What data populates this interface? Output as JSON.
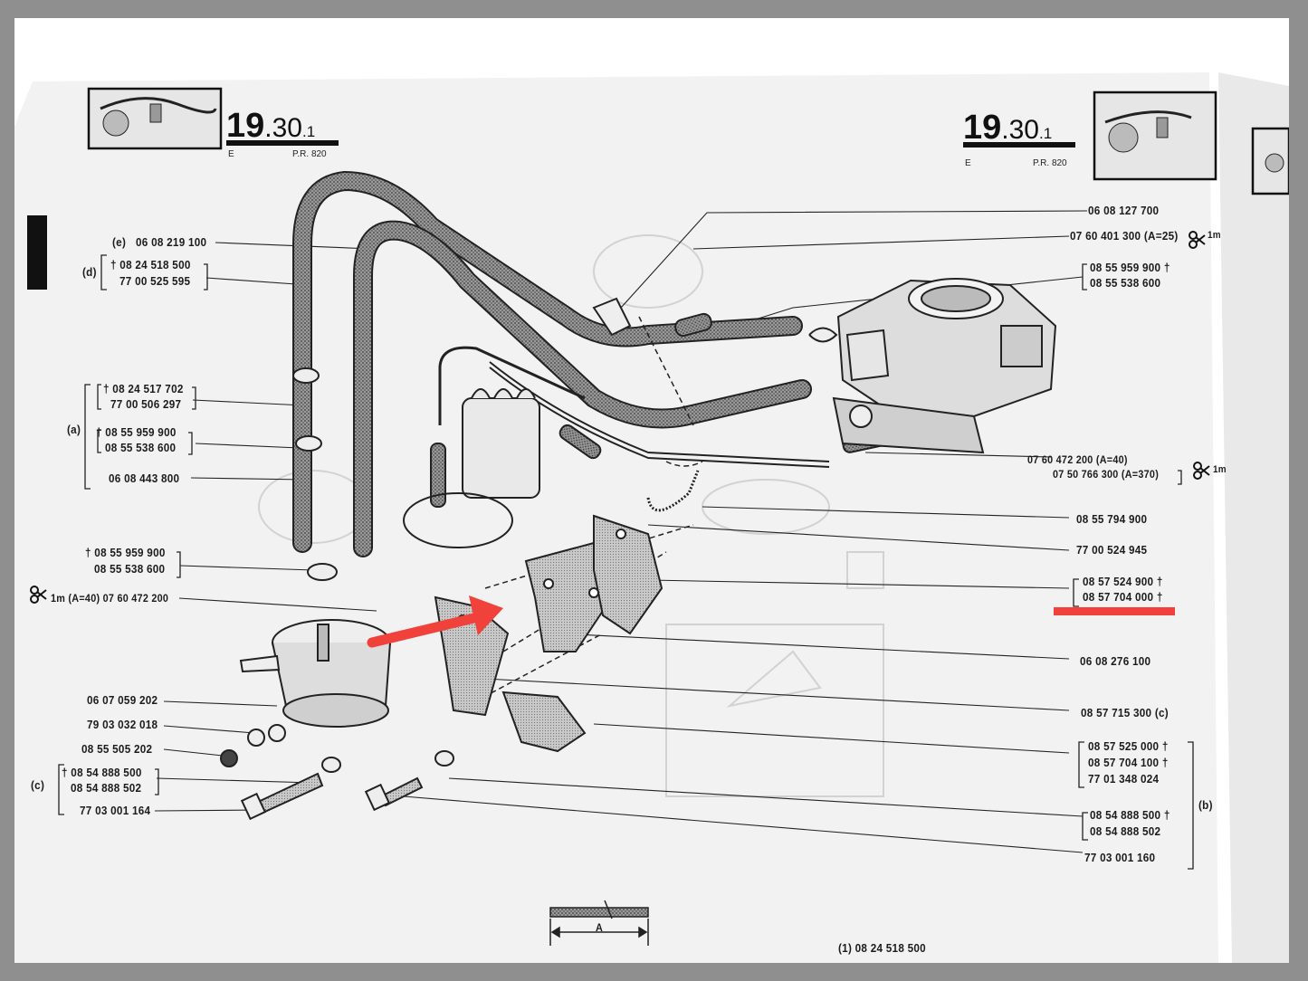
{
  "header_left": {
    "section": "19",
    "subsection": ".30",
    "sheet": ".1",
    "letter": "E",
    "ref": "P.R. 820"
  },
  "header_right": {
    "section": "19",
    "subsection": ".30",
    "sheet": ".1",
    "letter": "E",
    "ref": "P.R. 820"
  },
  "left_labels": {
    "e_tag": "(e)",
    "e_part": "06 08 219 100",
    "d_tag": "(d)",
    "d_part1": "† 08 24 518 500",
    "d_part2": "77 00 525 595",
    "a_tag": "(a)",
    "a_part1": "† 08 24 517 702",
    "a_part2": "77 00 506 297",
    "a_part3": "† 08 55 959 900",
    "a_part4": "08 55 538 600",
    "a_part5": "06 08 443 800",
    "h_part1": "† 08 55 959 900",
    "h_part2": "08 55 538 600",
    "cut_part": "1m (A=40) 07 60 472 200",
    "p1": "06 07 059 202",
    "p2": "79 03 032 018",
    "p3": "08 55 505 202",
    "c_tag": "(c)",
    "c_part1": "† 08 54 888 500",
    "c_part2": "08 54 888 502",
    "p4": "77 03 001 164"
  },
  "right_labels": {
    "r1": "06 08 127 700",
    "r2": "07 60 401 300 (A=25)",
    "r2_suffix": "1m",
    "r3a": "08 55 959 900 †",
    "r3b": "08 55 538 600",
    "r4a": "07 60 472 200 (A=40)",
    "r4b": "07 50 766 300 (A=370)",
    "r4_suffix": "1m",
    "r5": "08 55 794 900",
    "r6": "77 00 524 945",
    "r7a": "08 57 524 900 †",
    "r7b": "08 57 704 000 †",
    "r8": "06 08 276 100",
    "r9": "08 57 715 300 (c)",
    "r10a": "08 57 525 000 †",
    "r10b": "08 57 704 100 †",
    "r10c": "77 01 348 024",
    "b_tag": "(b)",
    "r11a": "08 54 888 500 †",
    "r11b": "08 54 888 502",
    "r12": "77 03 001 160"
  },
  "footer": {
    "a_label": "A",
    "bottom_note": "(1)  08 24 518 500"
  },
  "colors": {
    "highlight": "#f0413a",
    "ink": "#1c1c1c",
    "page": "#ffffff",
    "frame": "#8f8f8f"
  }
}
